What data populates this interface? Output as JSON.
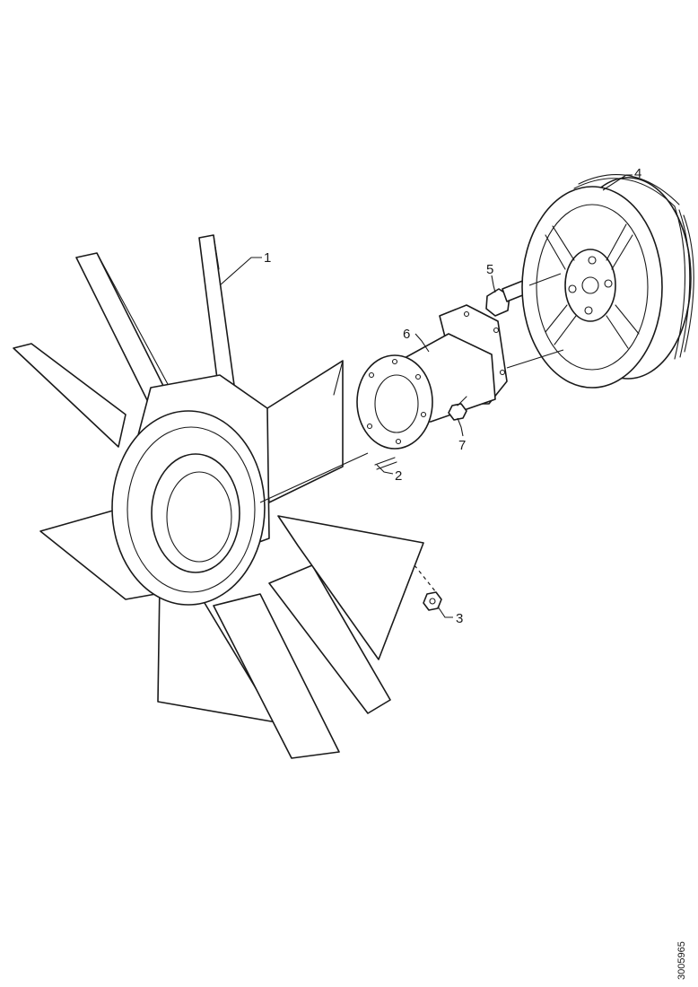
{
  "callouts": [
    {
      "id": "1",
      "label": "1"
    },
    {
      "id": "2",
      "label": "2"
    },
    {
      "id": "3",
      "label": "3"
    },
    {
      "id": "4",
      "label": "4"
    },
    {
      "id": "5",
      "label": "5"
    },
    {
      "id": "6",
      "label": "6"
    },
    {
      "id": "7",
      "label": "7"
    }
  ],
  "drawing_code": "3005965"
}
